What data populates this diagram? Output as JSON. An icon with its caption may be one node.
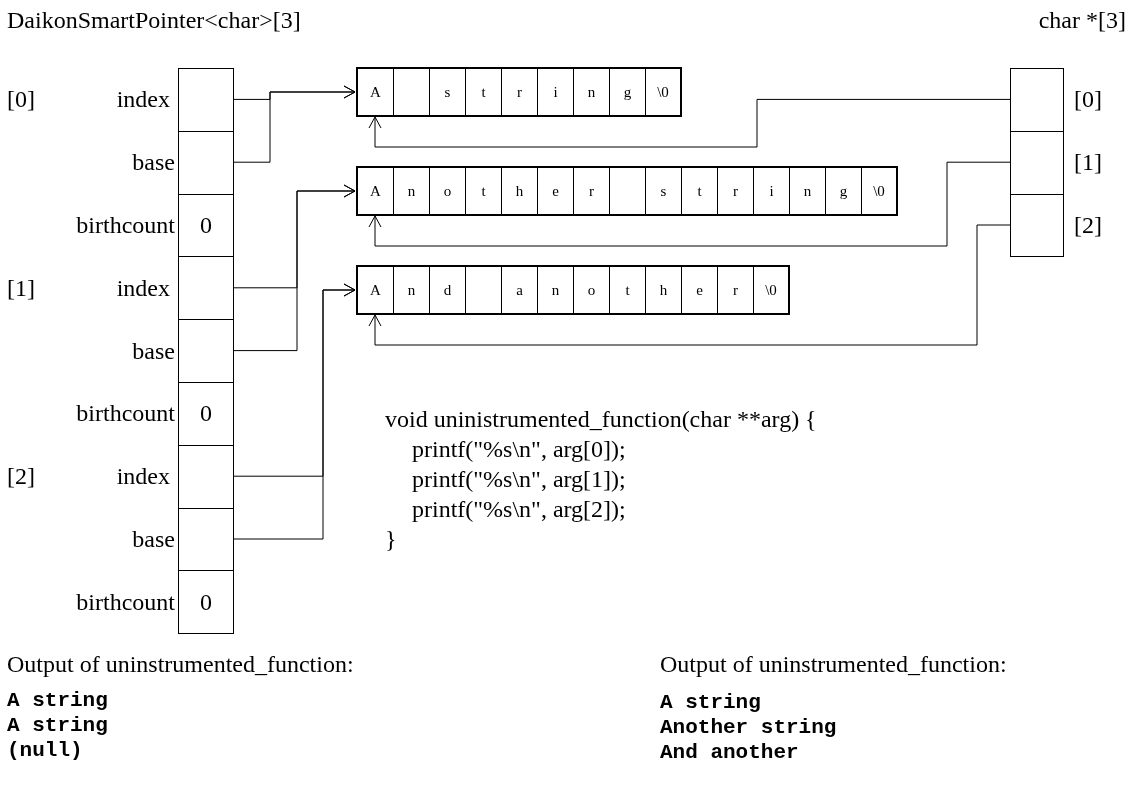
{
  "diagram": {
    "nodes": [
      {
        "text": [],
        "shape": "box",
        "beside": [
          "[0]",
          "index"
        ]
      },
      {
        "text": [],
        "shape": "box",
        "beside": [
          "base"
        ]
      },
      {
        "text": [
          "0"
        ],
        "beside": [
          "birthcount"
        ]
      },
      {
        "text": [],
        "shape": "box",
        "beside": [
          "[1]",
          "index"
        ]
      },
      {
        "text": [],
        "shape": "box",
        "beside": [
          "base"
        ]
      },
      {
        "text": [
          "0"
        ],
        "beside": [
          "birthcount"
        ]
      },
      {
        "text": [],
        "shape": "box",
        "beside": [
          "[2]",
          "index"
        ]
      },
      {
        "text": [],
        "shape": "box",
        "beside": [
          "base"
        ]
      },
      {
        "text": [
          "0"
        ],
        "beside": [
          "birthcount"
        ]
      },
      {
        "text": [],
        "shape": "box"
      },
      {
        "text": [
          "A"
        ],
        "in": 9
      },
      {
        "text": [],
        "shape": "box",
        "in": 9
      },
      {
        "text": [
          "s"
        ],
        "in": 9
      },
      {
        "text": [
          "t"
        ],
        "in": 9
      },
      {
        "text": [
          "r"
        ],
        "in": 9
      },
      {
        "text": [
          "i"
        ],
        "in": 9
      },
      {
        "text": [
          "n"
        ],
        "in": 9
      },
      {
        "text": [
          "g"
        ],
        "in": 9
      },
      {
        "text": [
          "\\0"
        ],
        "in": 9
      },
      {
        "text": [],
        "shape": "box"
      },
      {
        "text": [
          "A"
        ],
        "in": 19
      },
      {
        "text": [
          "n"
        ],
        "in": 19
      },
      {
        "text": [
          "o"
        ],
        "in": 19
      },
      {
        "text": [
          "t"
        ],
        "in": 19
      },
      {
        "text": [
          "h"
        ],
        "in": 19
      },
      {
        "text": [
          "e"
        ],
        "in": 19
      },
      {
        "text": [
          "r"
        ],
        "in": 19
      },
      {
        "text": [],
        "shape": "box",
        "in": 19
      },
      {
        "text": [
          "s"
        ],
        "in": 19
      },
      {
        "text": [
          "t"
        ],
        "in": 19
      },
      {
        "text": [
          "r"
        ],
        "in": 19
      },
      {
        "text": [
          "i"
        ],
        "in": 19
      },
      {
        "text": [
          "n"
        ],
        "in": 19
      },
      {
        "text": [
          "g"
        ],
        "in": 19
      },
      {
        "text": [
          "\\0"
        ],
        "in": 19
      },
      {
        "text": [],
        "shape": "box"
      },
      {
        "text": [
          "A"
        ],
        "in": 35
      },
      {
        "text": [
          "n"
        ],
        "in": 35
      },
      {
        "text": [
          "d"
        ],
        "in": 35
      },
      {
        "text": [],
        "shape": "box",
        "in": 35
      },
      {
        "text": [
          "a"
        ],
        "in": 35
      },
      {
        "text": [
          "n"
        ],
        "in": 35
      },
      {
        "text": [
          "o"
        ],
        "in": 35
      },
      {
        "text": [
          "t"
        ],
        "in": 35
      },
      {
        "text": [
          "h"
        ],
        "in": 35
      },
      {
        "text": [
          "e"
        ],
        "in": 35
      },
      {
        "text": [
          "r"
        ],
        "in": 35
      },
      {
        "text": [
          "\\0"
        ],
        "in": 35
      },
      {
        "text": [],
        "shape": "box",
        "beside": [
          "[0]"
        ]
      },
      {
        "text": [],
        "shape": "box",
        "beside": [
          "[1]"
        ]
      },
      {
        "text": [],
        "shape": "box",
        "beside": [
          "[2]"
        ]
      }
    ],
    "edges": [
      {
        "from": 0,
        "to": 9,
        "arrow": "to"
      },
      {
        "from": 1,
        "to": 9,
        "arrow": "to"
      },
      {
        "from": 3,
        "to": 19,
        "arrow": "to"
      },
      {
        "from": 4,
        "to": 19,
        "arrow": "to"
      },
      {
        "from": 6,
        "to": 35,
        "arrow": "to"
      },
      {
        "from": 7,
        "to": 35,
        "arrow": "to"
      },
      {
        "from": 48,
        "to": 9,
        "arrow": "to"
      },
      {
        "from": 49,
        "to": 19,
        "arrow": "to"
      },
      {
        "from": 50,
        "to": 35,
        "arrow": "to"
      }
    ],
    "labels": [
      "DaikonSmartPointer<char>[3]",
      "char *[3]",
      "void uninistrumented_function(char **arg) {",
      "printf(\"%s\\n\", arg[0]);",
      "printf(\"%s\\n\", arg[1]);",
      "printf(\"%s\\n\", arg[2]);",
      "}",
      "Output of uninstrumented_function:",
      "A string",
      "A string",
      "(null)",
      "Output of uninstrumented_function:",
      "A string",
      "Another string",
      "And another"
    ]
  }
}
